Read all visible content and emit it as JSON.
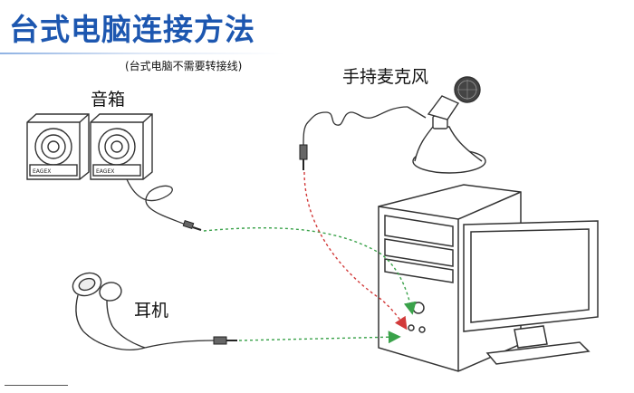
{
  "title": "台式电脑连接方法",
  "subtitle": "(台式电脑不需要转接线)",
  "labels": {
    "speakers": "音箱",
    "microphone": "手持麦克风",
    "earphones": "耳机"
  },
  "speaker_brand": "EAGEX",
  "colors": {
    "title": "#1d57b0",
    "speaker_cable": "#3aa24a",
    "mic_cable": "#d23a3a",
    "earphone_cable": "#3aa24a"
  }
}
